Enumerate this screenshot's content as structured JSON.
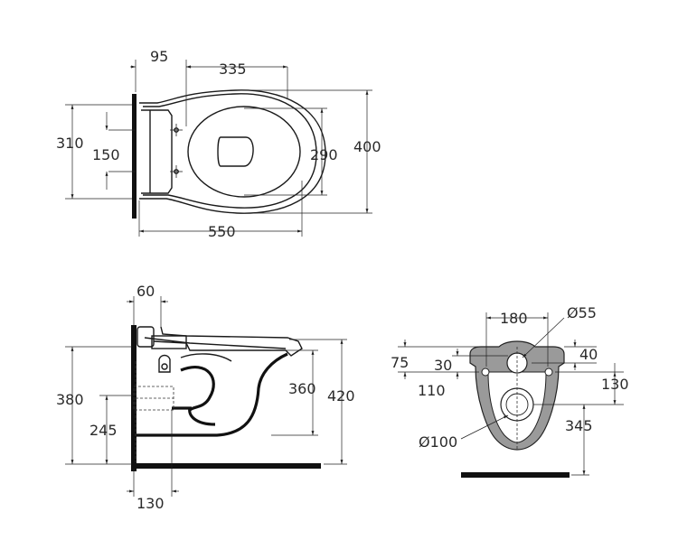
{
  "top_view": {
    "dims": {
      "d95": "95",
      "d335": "335",
      "d310": "310",
      "d150": "150",
      "d290": "290",
      "d400": "400",
      "d550": "550"
    }
  },
  "side_view": {
    "dims": {
      "d60": "60",
      "d380": "380",
      "d245": "245",
      "d360": "360",
      "d420": "420",
      "d130": "130"
    }
  },
  "rear_view": {
    "dims": {
      "d180": "180",
      "d55": "Ø55",
      "d75": "75",
      "d30": "30",
      "d40": "40",
      "d110": "110",
      "d130": "130",
      "d345": "345",
      "d100": "Ø100"
    }
  },
  "colors": {
    "line": "#1a1a1a",
    "fill_grey": "#9a9a9a",
    "background": "#ffffff"
  }
}
